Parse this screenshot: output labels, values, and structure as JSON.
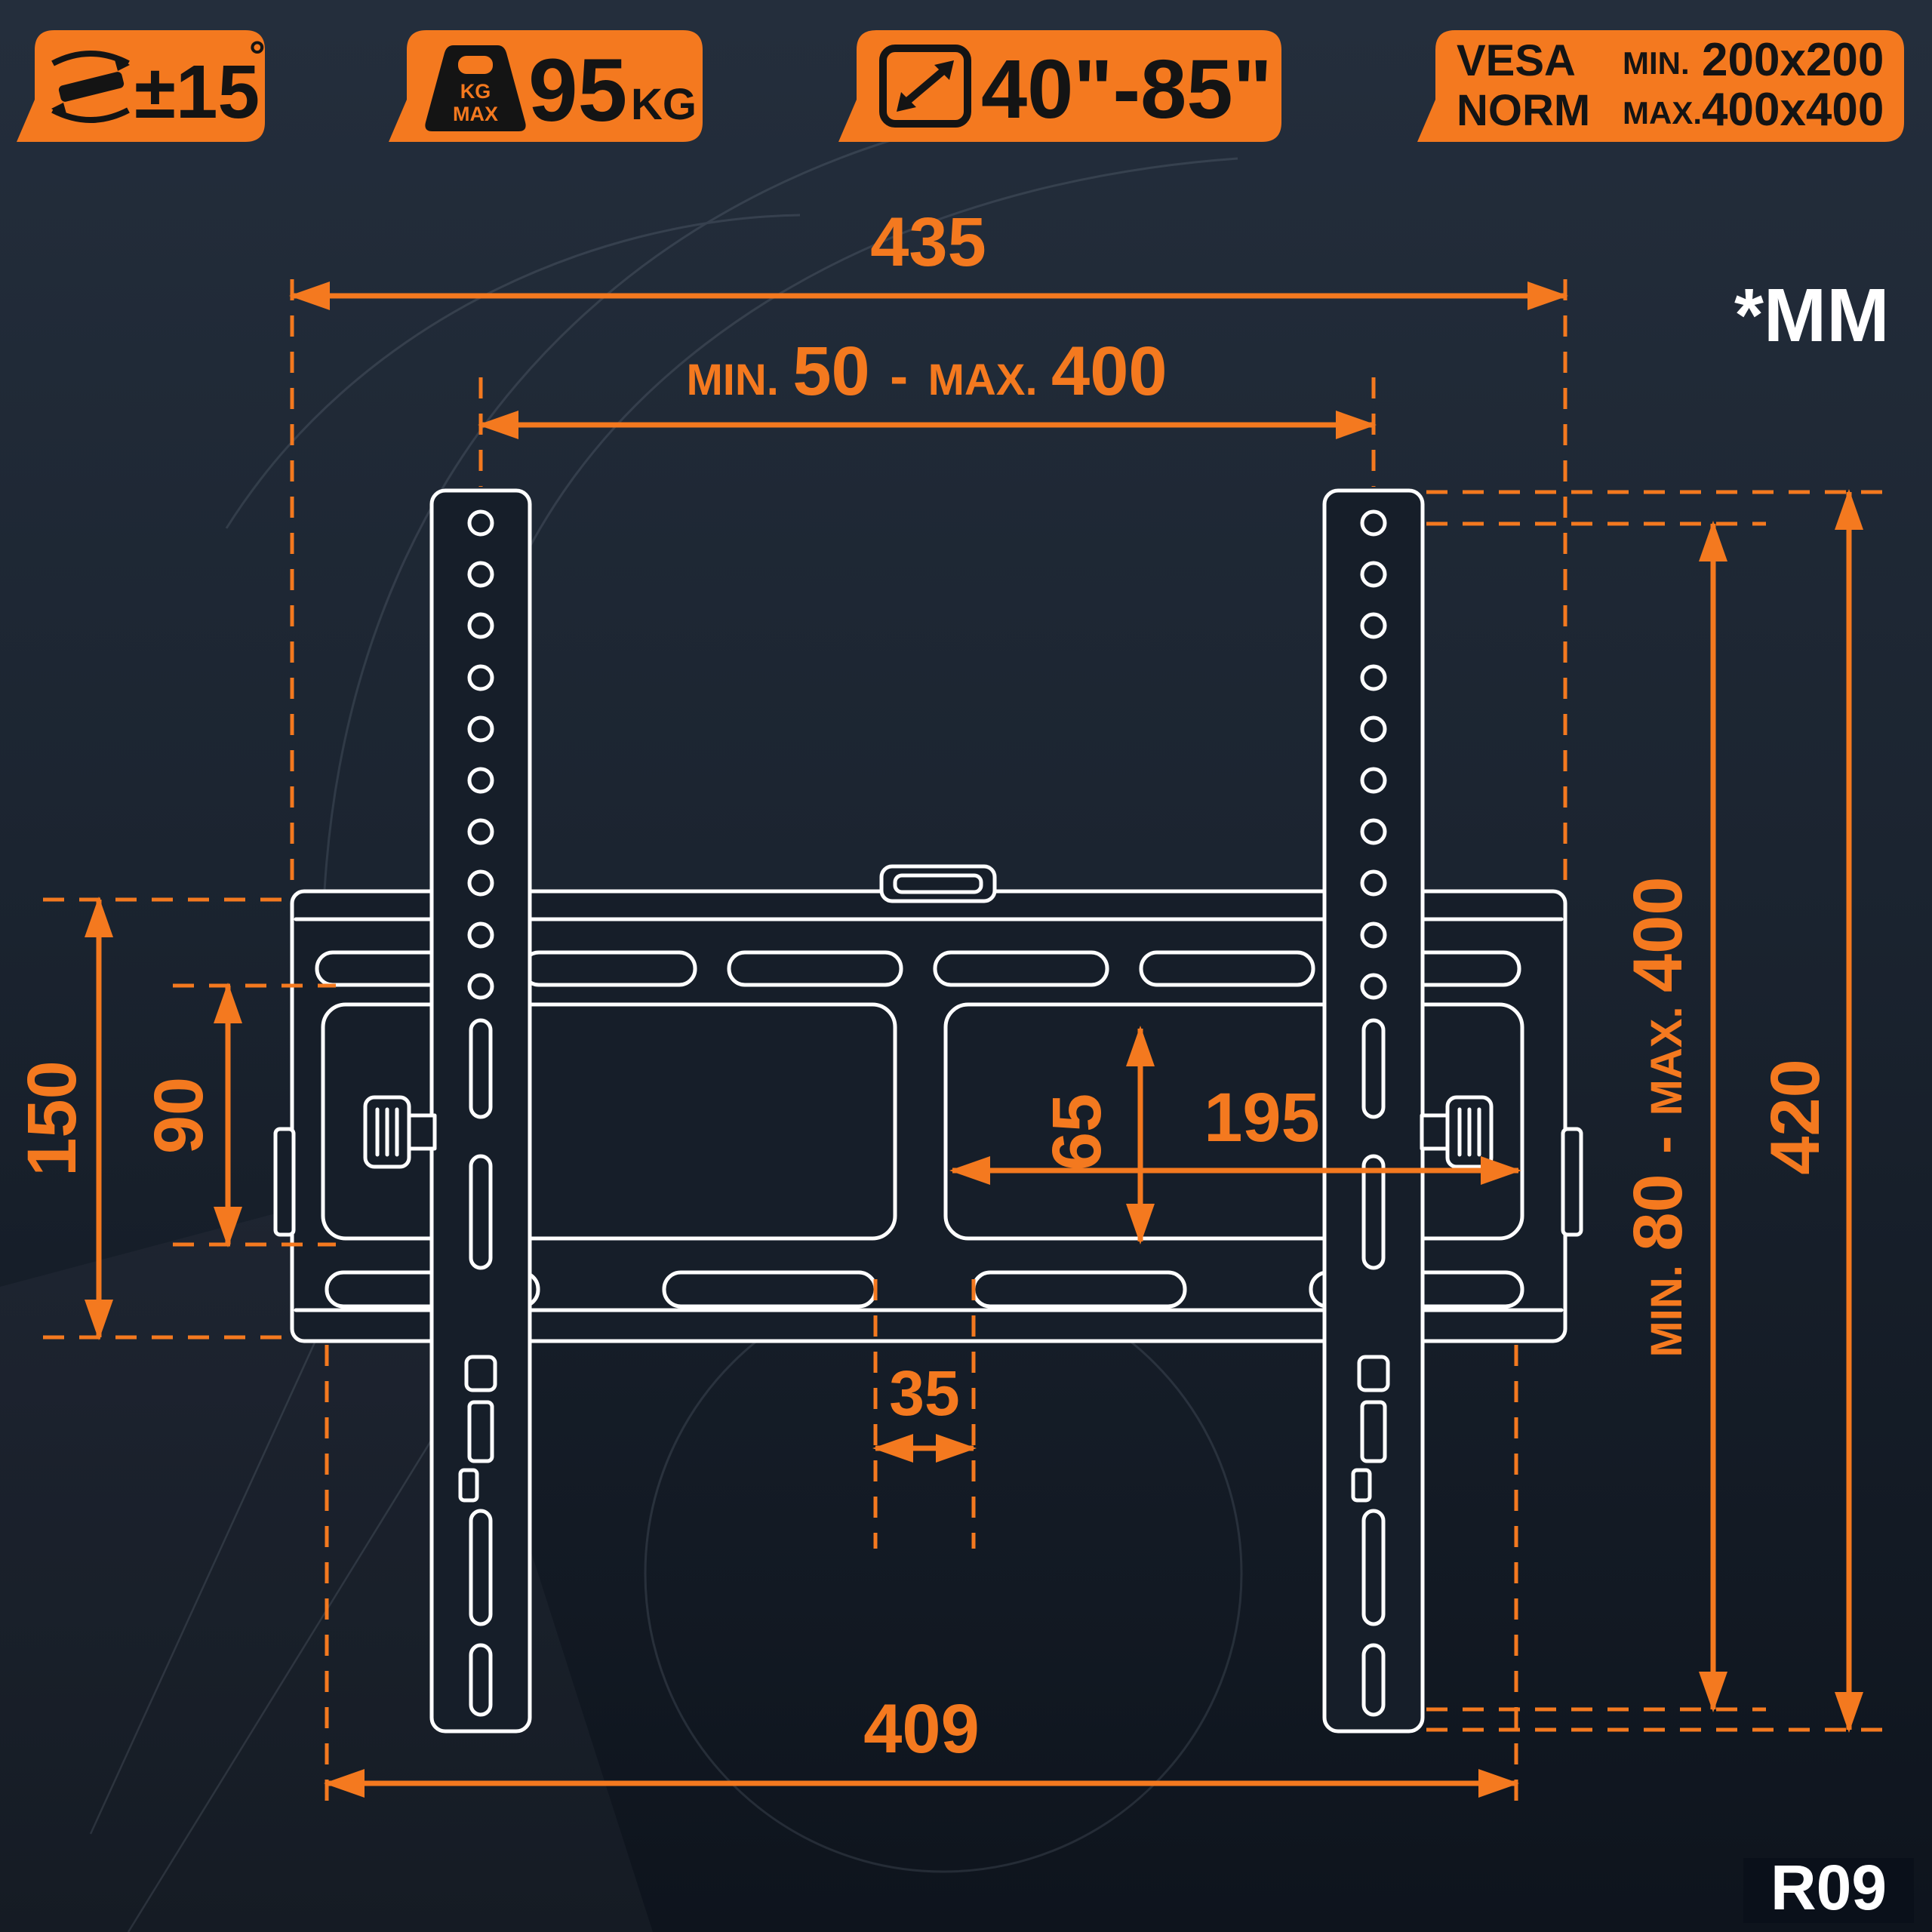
{
  "colors": {
    "accent": "#F4791F",
    "line": "#FFFFFF",
    "background_top": "#242E3C",
    "background_bottom": "#0E141D",
    "badge_text": "#141414"
  },
  "badges": {
    "tilt": {
      "value": "±15",
      "degree": "°"
    },
    "weight": {
      "value": "95",
      "unit": "KG",
      "icon_line1": "KG",
      "icon_line2": "MAX"
    },
    "screen_size": {
      "value": "40\"-85\""
    },
    "vesa": {
      "title_line1": "VESA",
      "title_line2": "NORM",
      "min_label": "MIN.",
      "min_value": "200x200",
      "max_label": "MAX.",
      "max_value": "400x400"
    }
  },
  "units_note": "*MM",
  "model": "R09",
  "dimensions": {
    "plate_width": "435",
    "rail_span": {
      "min_label": "MIN.",
      "min_value": "50",
      "separator": "-",
      "max_label": "MAX.",
      "max_value": "400"
    },
    "plate_height": "150",
    "slot_row_gap": "90",
    "opening_height": "65",
    "opening_width": "195",
    "slot_gap": "35",
    "mount_hole_width": "409",
    "vesa_span": {
      "min_label": "MIN.",
      "min_value": "80",
      "separator": "-",
      "max_label": "MAX.",
      "max_value": "400"
    },
    "rail_height": "420"
  }
}
